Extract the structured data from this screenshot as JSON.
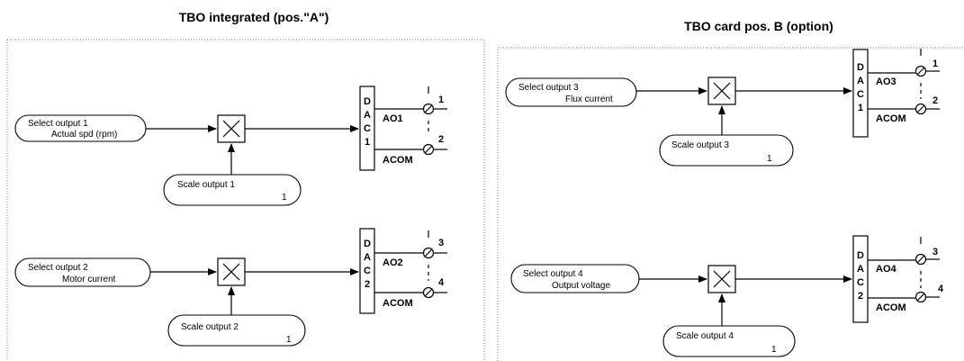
{
  "panels": [
    {
      "title": "TBO integrated (pos.\"A\")",
      "channels": [
        {
          "select": {
            "line1": "Select output 1",
            "line2": "Actual spd (rpm)"
          },
          "scale": {
            "label": "Scale output 1",
            "value": "1"
          },
          "dac": [
            "D",
            "A",
            "C",
            "1"
          ],
          "out_label": "AO1",
          "com_label": "ACOM",
          "pins": [
            "1",
            "2"
          ]
        },
        {
          "select": {
            "line1": "Select output 2",
            "line2": "Motor current"
          },
          "scale": {
            "label": "Scale output 2",
            "value": "1"
          },
          "dac": [
            "D",
            "A",
            "C",
            "2"
          ],
          "out_label": "AO2",
          "com_label": "ACOM",
          "pins": [
            "3",
            "4"
          ]
        }
      ]
    },
    {
      "title": "TBO card pos. B (option)",
      "channels": [
        {
          "select": {
            "line1": "Select output 3",
            "line2": "Flux current"
          },
          "scale": {
            "label": "Scale output 3",
            "value": "1"
          },
          "dac": [
            "D",
            "A",
            "C",
            "1"
          ],
          "out_label": "AO3",
          "com_label": "ACOM",
          "pins": [
            "1",
            "2"
          ]
        },
        {
          "select": {
            "line1": "Select output 4",
            "line2": "Output voltage"
          },
          "scale": {
            "label": "Scale output 4",
            "value": "1"
          },
          "dac": [
            "D",
            "A",
            "C",
            "2"
          ],
          "out_label": "AO4",
          "com_label": "ACOM",
          "pins": [
            "3",
            "4"
          ]
        }
      ]
    }
  ],
  "icons": {
    "multiply": "multiply-icon",
    "terminal": "terminal-screw-icon"
  }
}
